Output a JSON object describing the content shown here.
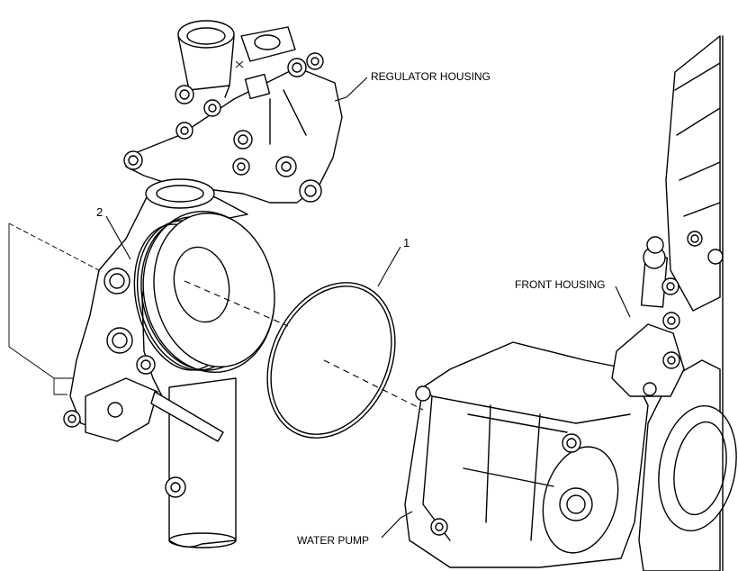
{
  "labels": {
    "regulator_housing": "REGULATOR HOUSING",
    "front_housing": "FRONT HOUSING",
    "water_pump": "WATER PUMP"
  },
  "callouts": {
    "item_1": "1",
    "item_2": "2"
  }
}
